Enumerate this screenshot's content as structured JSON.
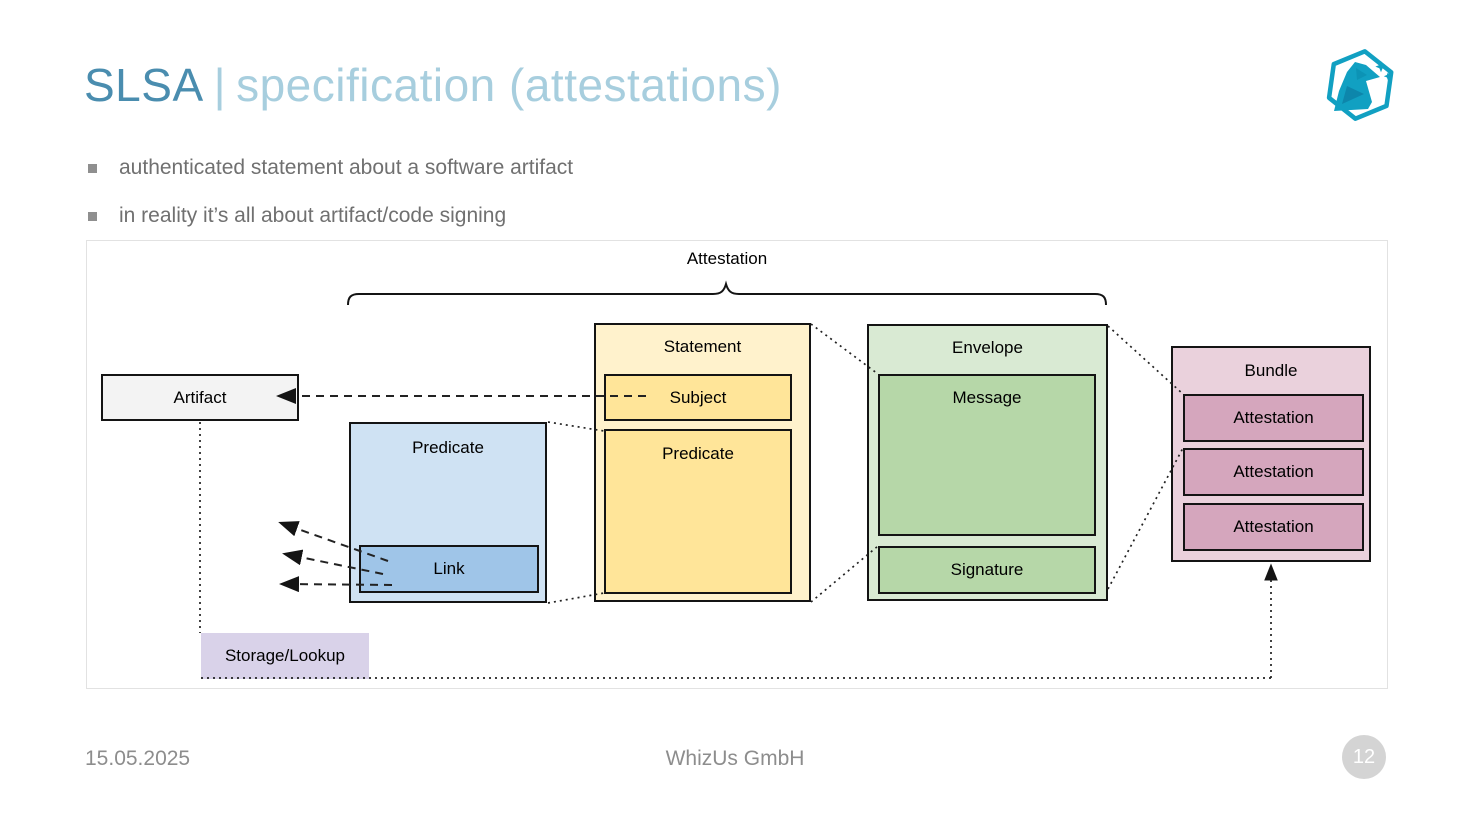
{
  "slide": {
    "title": {
      "primary": "SLSA",
      "separator": "|",
      "secondary": "specification (attestations)"
    },
    "bullets": [
      "authenticated statement about a software artifact",
      "in reality it’s all about artifact/code signing"
    ],
    "footer": {
      "date": "15.05.2025",
      "company": "WhizUs GmbH",
      "page_number": "12"
    },
    "logo": "whizus-hexagon-bird-logo"
  },
  "diagram": {
    "brace_label": "Attestation",
    "nodes": {
      "artifact": {
        "label": "Artifact",
        "fill": "#f3f3f3"
      },
      "predicate": {
        "label": "Predicate",
        "fill": "#cfe2f3"
      },
      "link": {
        "label": "Link",
        "fill": "#9fc5e8"
      },
      "statement": {
        "label": "Statement",
        "fill": "#fff2cc"
      },
      "subject": {
        "label": "Subject",
        "fill": "#ffe599"
      },
      "statement_predicate": {
        "label": "Predicate",
        "fill": "#ffe599"
      },
      "envelope": {
        "label": "Envelope",
        "fill": "#d9ead3"
      },
      "message": {
        "label": "Message",
        "fill": "#b6d7a8"
      },
      "signature": {
        "label": "Signature",
        "fill": "#b6d7a8"
      },
      "bundle": {
        "label": "Bundle",
        "fill": "#ead1dc"
      },
      "attestation_1": {
        "label": "Attestation",
        "fill": "#d5a6bd"
      },
      "attestation_2": {
        "label": "Attestation",
        "fill": "#d5a6bd"
      },
      "attestation_3": {
        "label": "Attestation",
        "fill": "#d5a6bd"
      },
      "storage": {
        "label": "Storage/Lookup",
        "fill": "#d9d2e9"
      }
    }
  },
  "palette": {
    "title_primary": "#4a8daf",
    "title_secondary": "#a7cede",
    "body_text": "#707070",
    "footer_text": "#8d8d8d",
    "logo_teal": "#11a0c2",
    "page_badge_bg": "#d4d4d4",
    "box_border": "#141414",
    "diagram_frame": "#e2e2e2"
  }
}
